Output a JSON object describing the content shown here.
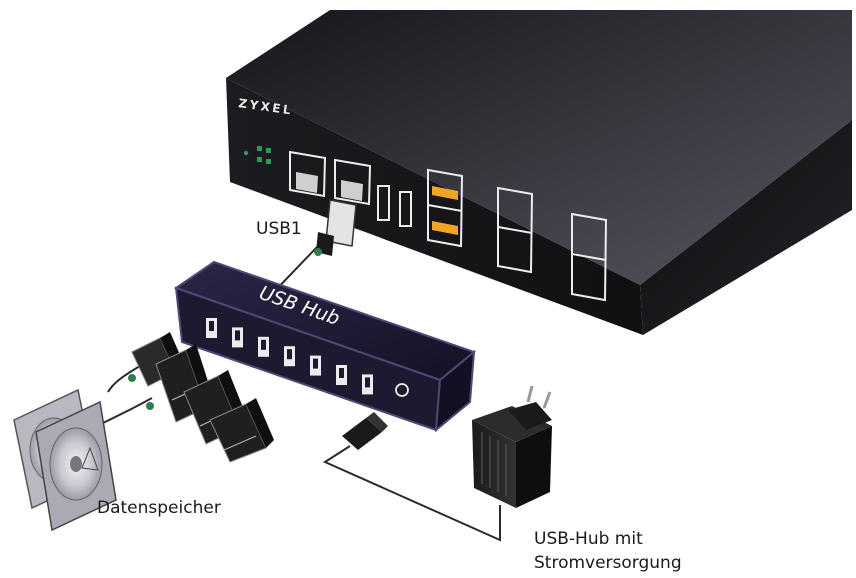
{
  "router": {
    "brand": "ZYXEL"
  },
  "hub": {
    "name": "USB Hub",
    "port_count": 7
  },
  "labels": {
    "usb_port": "USB1",
    "storage": "Datenspeicher",
    "power_line1": "USB-Hub mit",
    "power_line2": "Stromversorgung"
  },
  "colors": {
    "router_body": "#1c1c1e",
    "port_accent": "#f2a423",
    "led": "#2a9a5a",
    "hub_body": "#1e1b33",
    "hub_edge": "#4d4875",
    "cable": "#2b2b2b",
    "connector_tip": "#2e7d4f"
  },
  "icons": {
    "led": "status-led-icon",
    "disc": "optical-disc-icon",
    "stick": "usb-stick-icon",
    "plug": "power-plug-icon"
  }
}
